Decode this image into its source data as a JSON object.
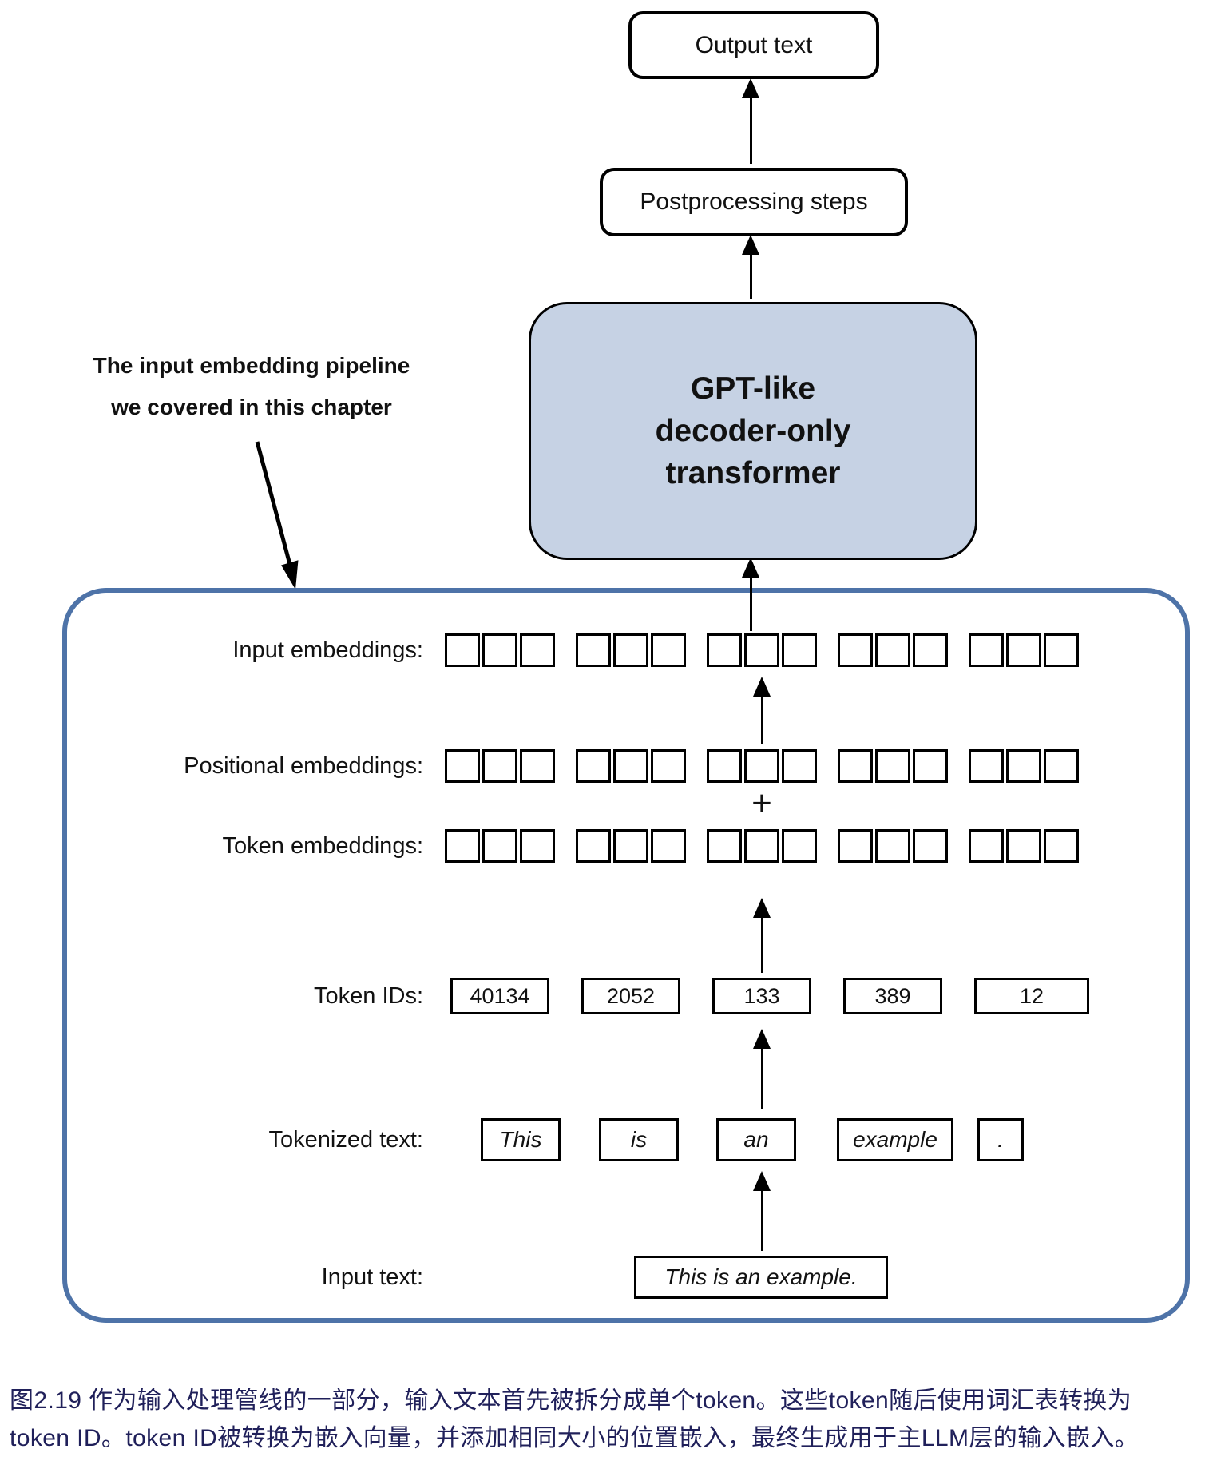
{
  "diagram": {
    "output_box": "Output text",
    "postprocessing_box": "Postprocessing steps",
    "gpt_box": {
      "lines": [
        "GPT-like",
        "decoder-only",
        "transformer"
      ],
      "fill": "#c6d2e4"
    },
    "annotation": {
      "line1": "The input embedding pipeline",
      "line2": "we covered in this chapter"
    },
    "plus_sign": "+",
    "embeddings": {
      "groups": 5,
      "cells_per_group": 3
    },
    "rows": {
      "input_embeddings": {
        "label": "Input embeddings:"
      },
      "positional_embeddings": {
        "label": "Positional embeddings:"
      },
      "token_embeddings": {
        "label": "Token embeddings:"
      },
      "token_ids": {
        "label": "Token IDs:",
        "values": [
          "40134",
          "2052",
          "133",
          "389",
          "12"
        ]
      },
      "tokenized_text": {
        "label": "Tokenized text:",
        "tokens": [
          "This",
          "is",
          "an",
          "example",
          "."
        ]
      },
      "input_text": {
        "label": "Input text:",
        "value": "This is an example."
      }
    },
    "colors": {
      "container_border": "#4e73a8",
      "gpt_fill": "#c6d2e4",
      "caption_text": "#20205a"
    }
  },
  "caption": {
    "line1": "图2.19 作为输入处理管线的一部分，输入文本首先被拆分成单个token。这些token随后使用词汇表转换为",
    "line2": "token ID。token ID被转换为嵌入向量，并添加相同大小的位置嵌入，最终生成用于主LLM层的输入嵌入。"
  }
}
